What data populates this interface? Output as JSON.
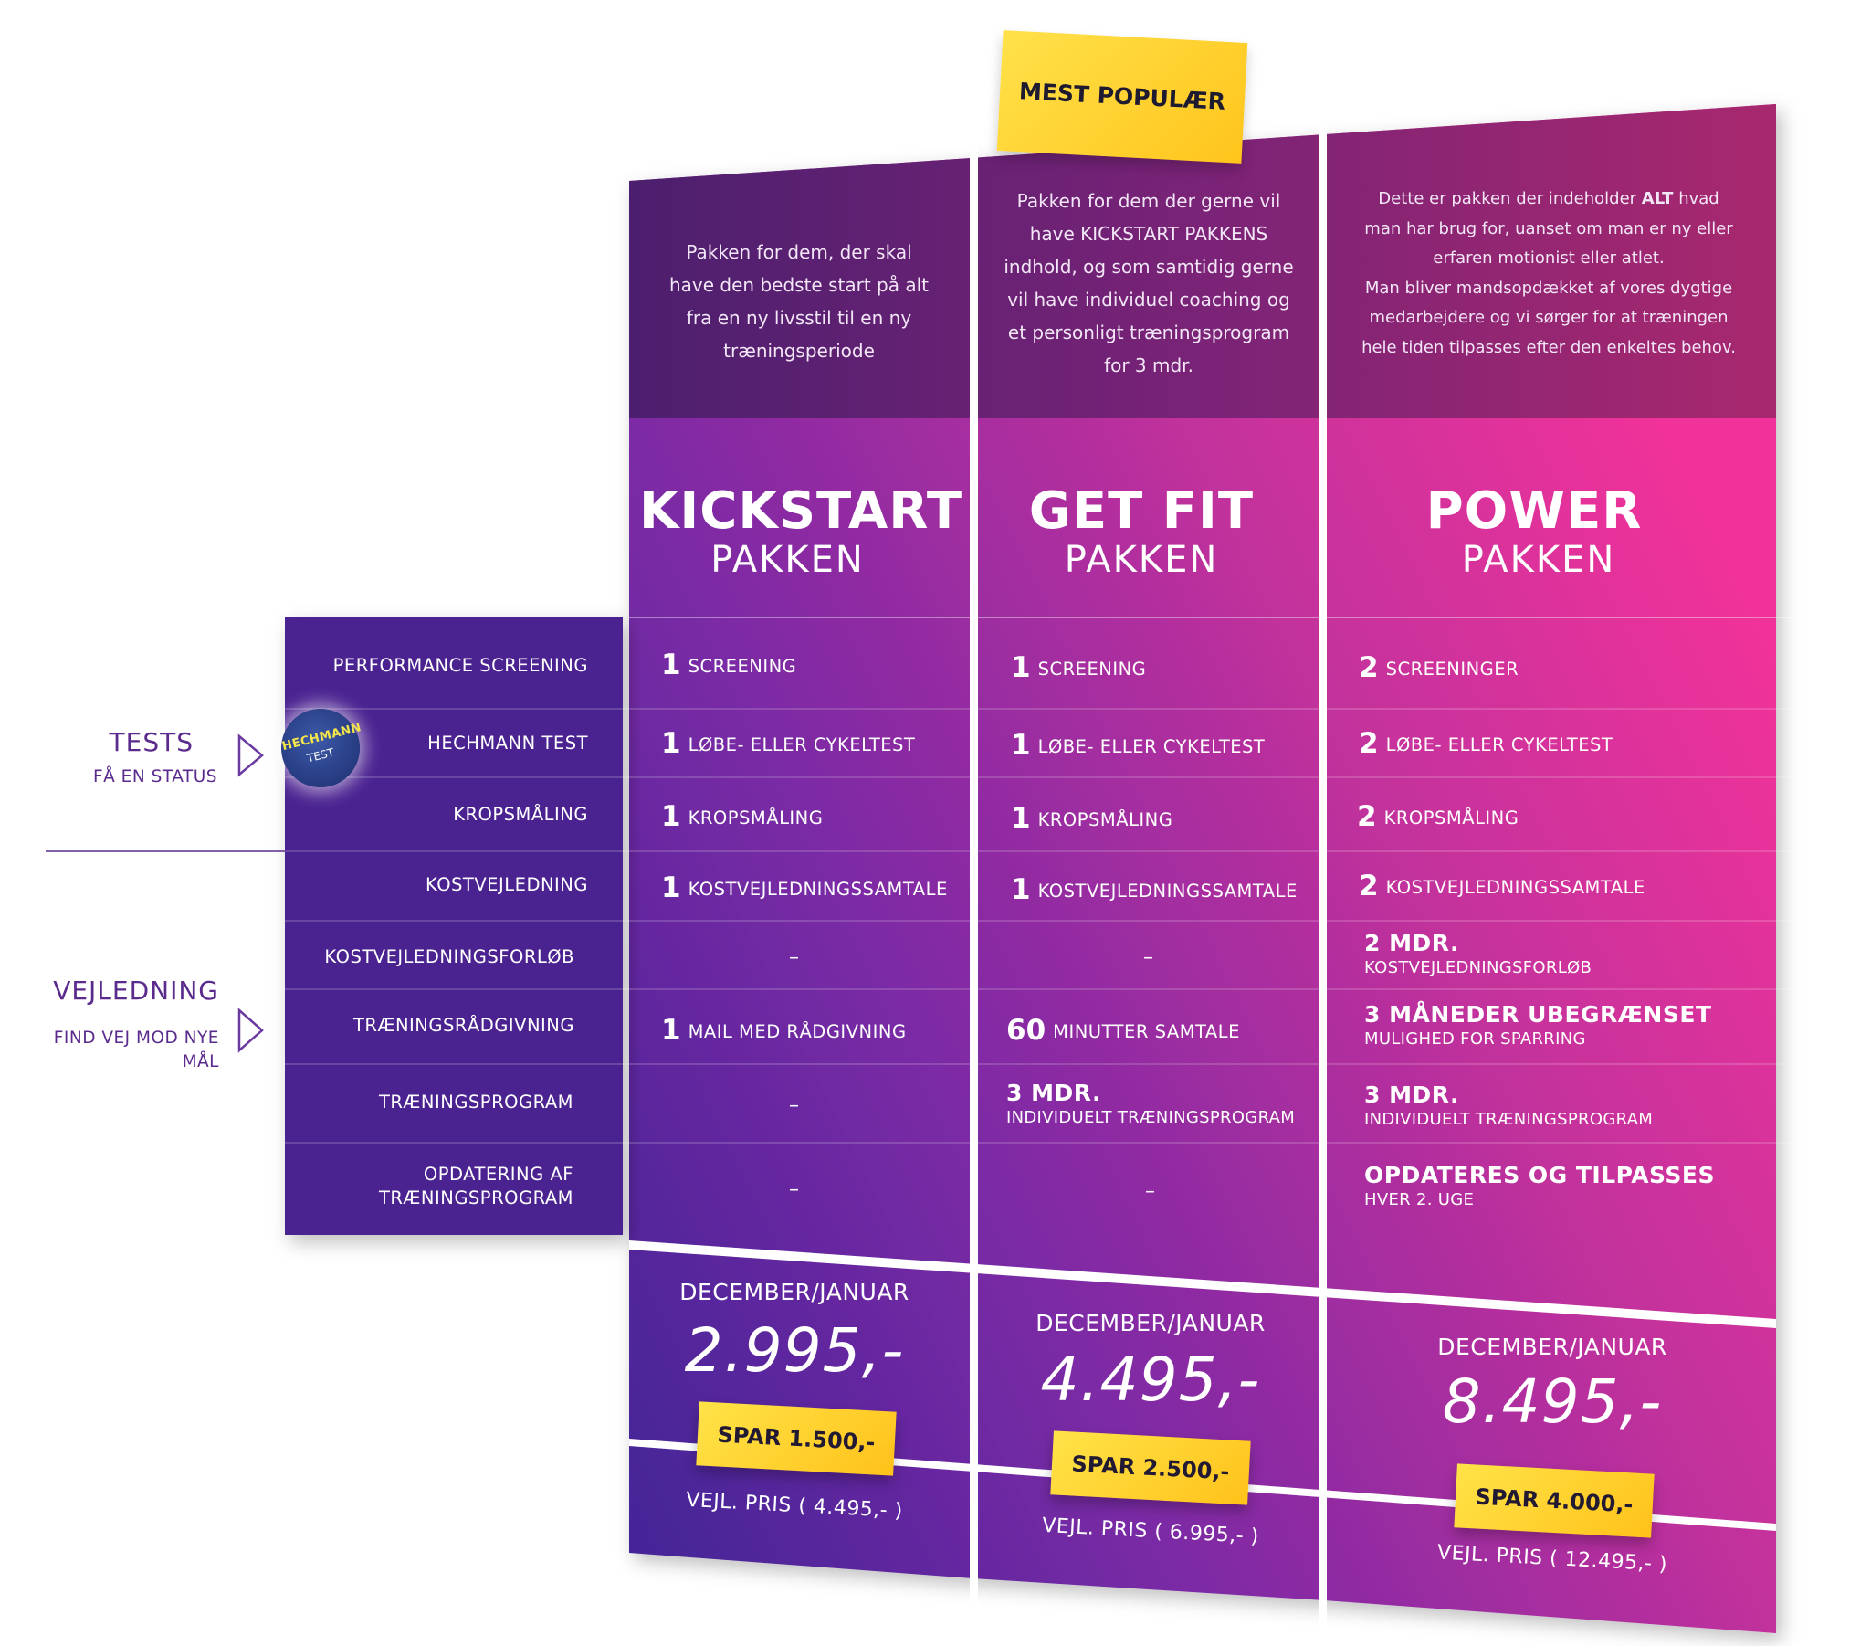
{
  "badge": {
    "label": "MEST POPULÆR"
  },
  "side": {
    "tests_title": "TESTS",
    "tests_sub": "FÅ EN STATUS",
    "guidance_title": "VEJLEDNING",
    "guidance_sub_1": "FIND VEJ MOD NYE",
    "guidance_sub_2": "MÅL",
    "hechmann_logo_1": "HECHMANN",
    "hechmann_logo_2": "TEST"
  },
  "features": [
    "PERFORMANCE SCREENING",
    "HECHMANN TEST",
    "KROPSMÅLING",
    "KOSTVEJLEDNING",
    "KOSTVEJLEDNINGSFORLØB",
    "TRÆNINGSRÅDGIVNING",
    "TRÆNINGSPROGRAM",
    "OPDATERING AF",
    "TRÆNINGSPROGRAM"
  ],
  "packages": [
    {
      "desc": [
        "Pakken for dem, der skal",
        "have den bedste start på alt",
        "fra en ny livsstil til en ny",
        "træningsperiode"
      ],
      "title": "KICKSTART",
      "subtitle": "PAKKEN",
      "rows": [
        {
          "num": "1",
          "txt": "SCREENING"
        },
        {
          "num": "1",
          "txt": "LØBE- ELLER CYKELTEST"
        },
        {
          "num": "1",
          "txt": "KROPSMÅLING"
        },
        {
          "num": "1",
          "txt": "KOSTVEJLEDNINGSSAMTALE"
        },
        {
          "dash": "–"
        },
        {
          "num": "1",
          "txt": "MAIL MED RÅDGIVNING"
        },
        {
          "dash": "–"
        },
        {
          "dash": "–"
        }
      ],
      "price_label": "DECEMBER/JANUAR",
      "price": "2.995,-",
      "save": "SPAR 1.500,-",
      "vejl": "VEJL. PRIS ( 4.495,- )"
    },
    {
      "desc": [
        "Pakken for dem der gerne vil",
        "have KICKSTART PAKKENS",
        "indhold, og som samtidig gerne",
        "vil have individuel coaching og",
        "et personligt træningsprogram",
        "for 3 mdr."
      ],
      "title": "GET FIT",
      "subtitle": "PAKKEN",
      "rows": [
        {
          "num": "1",
          "txt": "SCREENING"
        },
        {
          "num": "1",
          "txt": "LØBE- ELLER CYKELTEST"
        },
        {
          "num": "1",
          "txt": "KROPSMÅLING"
        },
        {
          "num": "1",
          "txt": "KOSTVEJLEDNINGSSAMTALE"
        },
        {
          "dash": "–"
        },
        {
          "num": "60",
          "txt": "MINUTTER SAMTALE"
        },
        {
          "big": "3  MDR.",
          "sub": "INDIVIDUELT TRÆNINGSPROGRAM"
        },
        {
          "dash": "–"
        }
      ],
      "price_label": "DECEMBER/JANUAR",
      "price": "4.495,-",
      "save": "SPAR 2.500,-",
      "vejl": "VEJL. PRIS ( 6.995,- )"
    },
    {
      "desc_1": "Dette er pakken der indeholder ",
      "desc_bold": "ALT",
      "desc_2": " hvad",
      "desc": [
        "man har brug for, uanset om man er ny eller",
        "erfaren motionist eller atlet.",
        "Man bliver mandsopdækket af vores dygtige",
        "medarbejdere og vi sørger for at træningen",
        "hele tiden tilpasses efter den enkeltes behov."
      ],
      "title": "POWER",
      "subtitle": "PAKKEN",
      "rows": [
        {
          "num": "2",
          "txt": "SCREENINGER"
        },
        {
          "num": "2",
          "txt": "LØBE- ELLER CYKELTEST"
        },
        {
          "num": "2",
          "txt": "KROPSMÅLING"
        },
        {
          "num": "2",
          "txt": "KOSTVEJLEDNINGSSAMTALE"
        },
        {
          "big": "2  MDR.",
          "sub": "KOSTVEJLEDNINGSFORLØB"
        },
        {
          "big": "3 MÅNEDER UBEGRÆNSET",
          "sub": "MULIGHED FOR SPARRING"
        },
        {
          "big": "3  MDR.",
          "sub": "INDIVIDUELT TRÆNINGSPROGRAM"
        },
        {
          "big": "OPDATERES OG TILPASSES",
          "sub": "HVER 2. UGE"
        }
      ],
      "price_label": "DECEMBER/JANUAR",
      "price": "8.495,-",
      "save": "SPAR 4.000,-",
      "vejl": "VEJL. PRIS ( 12.495,- )"
    }
  ],
  "colors": {
    "purple_dark": "#4a1e88",
    "purple": "#6a2aa8",
    "magenta": "#b5309b",
    "pink": "#ec3096",
    "label_panel": "#4b2391",
    "badge_yellow": "#ffd028"
  }
}
